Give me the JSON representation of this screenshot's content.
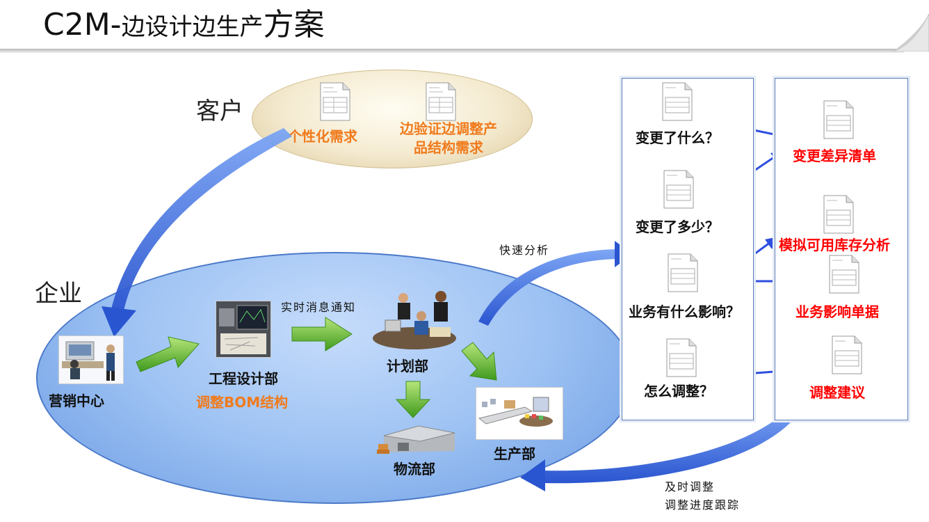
{
  "header": {
    "title_main": "C2M-",
    "title_mid": "边设计边生产",
    "title_end": "方案"
  },
  "customer": {
    "label": "客户",
    "need_1": "个性化需求",
    "need_2_line1": "边验证边调整产",
    "need_2_line2": "品结构需求"
  },
  "enterprise": {
    "label": "企业",
    "sales_center": "营销中心",
    "engineering": "工程设计部",
    "engineering_sub": "调整BOM结构",
    "planning": "计划部",
    "production": "生产部",
    "logistics": "物流部",
    "realtime_note": "实时消息通知"
  },
  "notes": {
    "fast_analysis": "快速分析",
    "adjust_line1": "及时调整",
    "adjust_line2": "调整进度跟踪"
  },
  "questions": [
    {
      "label": "变更了什么？"
    },
    {
      "label": "变更了多少？"
    },
    {
      "label": "业务有什么影响？"
    },
    {
      "label": "怎么调整？"
    }
  ],
  "outputs": [
    {
      "label": "变更差异清单"
    },
    {
      "label": "模拟可用库存分析"
    },
    {
      "label": "业务影响单据"
    },
    {
      "label": "调整建议"
    }
  ],
  "colors": {
    "accent_orange": "#f07b1d",
    "accent_red": "#ff0000",
    "arrow_blue": "#2e5fd8",
    "arrow_green": "#4fae2b"
  }
}
